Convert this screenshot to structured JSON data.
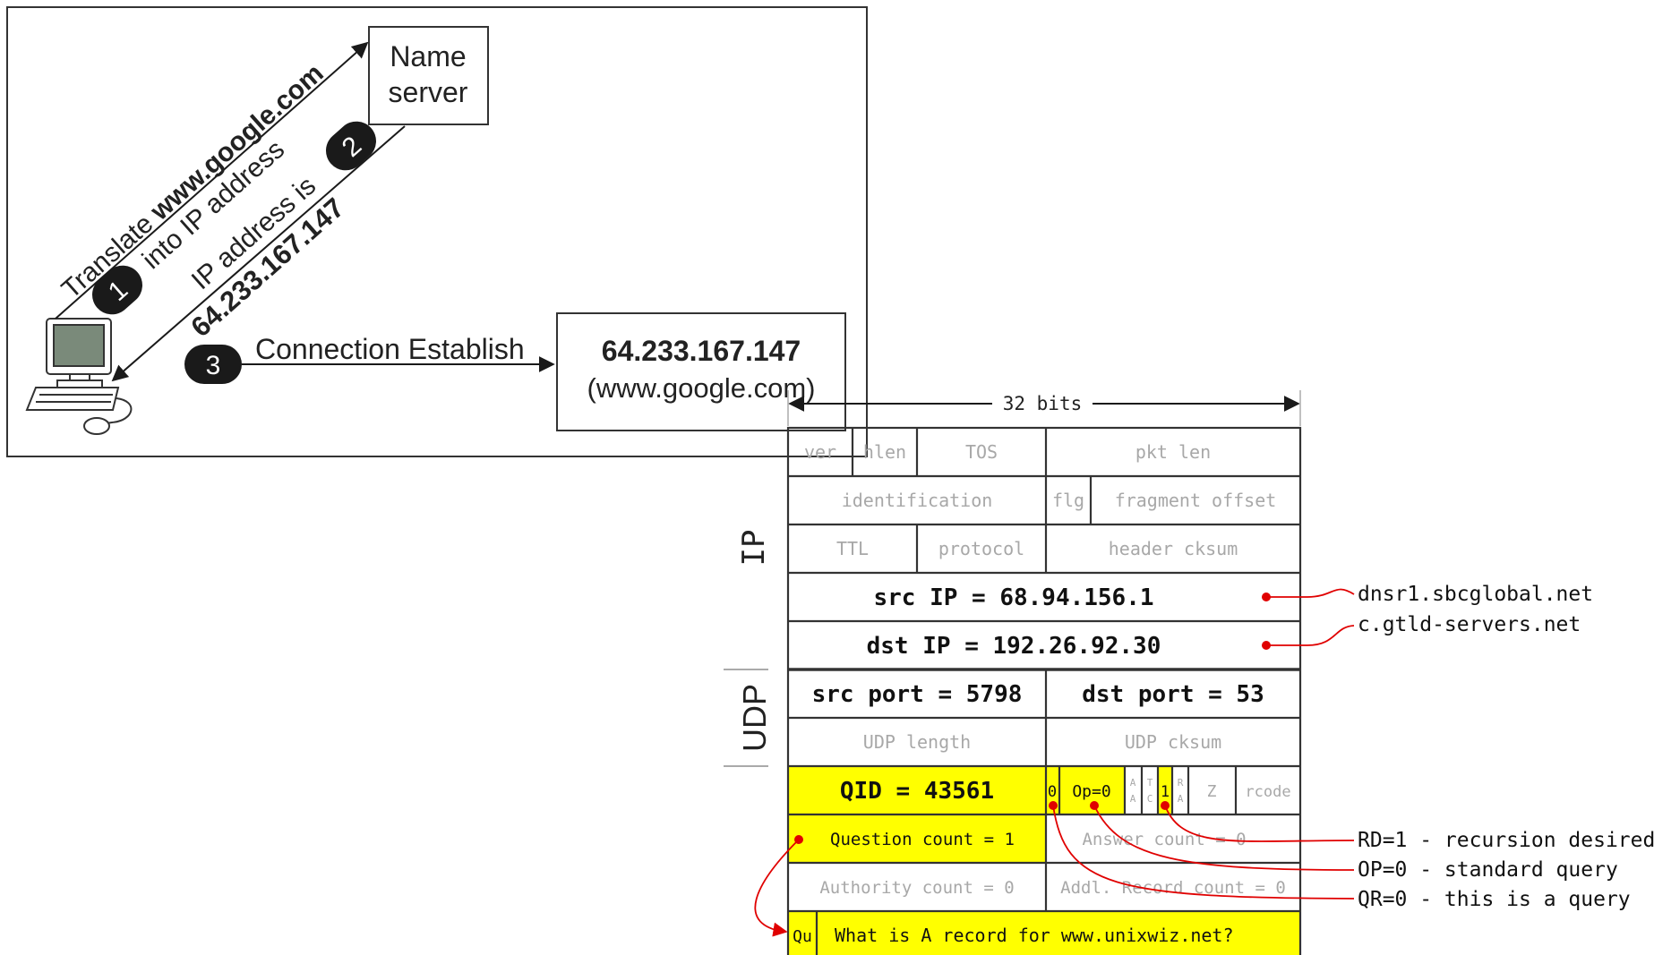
{
  "flow": {
    "name_server": [
      "Name",
      "server"
    ],
    "step1_number": "1",
    "step1_text": {
      "prefix": "Translate ",
      "bold": "www.google.com"
    },
    "step1_text2": "into IP address",
    "step2_number": "2",
    "step2_text": "IP address is",
    "step2_ip": "64.233.167.147",
    "step3_number": "3",
    "step3_text": "Connection Establish",
    "target_ip": "64.233.167.147",
    "target_host": "(www.google.com)"
  },
  "packet": {
    "width_label": "32 bits",
    "section_ip": "IP",
    "section_udp": "UDP",
    "ip_fields": {
      "ver": "ver",
      "hlen": "hlen",
      "tos": "TOS",
      "pkt_len": "pkt len",
      "identification": "identification",
      "flg": "flg",
      "fragment_offset": "fragment offset",
      "ttl": "TTL",
      "protocol": "protocol",
      "header_cksum": "header cksum",
      "src_ip": "src IP = 68.94.156.1",
      "dst_ip": "dst IP = 192.26.92.30"
    },
    "udp_fields": {
      "src_port": "src port = 5798",
      "dst_port": "dst port = 53",
      "udp_length": "UDP length",
      "udp_cksum": "UDP cksum"
    },
    "dns_fields": {
      "qid": "QID = 43561",
      "qr": "0",
      "op": "Op=0",
      "aa": [
        "A",
        "A"
      ],
      "tc": [
        "T",
        "C"
      ],
      "rd": "1",
      "ra": [
        "R",
        "A"
      ],
      "z": "Z",
      "rcode": "rcode",
      "question_count": "Question count = 1",
      "answer_count": "Answer count = 0",
      "authority_count": "Authority count = 0",
      "addl_count": "Addl. Record count = 0",
      "qu": "Qu",
      "question": "What is A record for www.unixwiz.net?"
    }
  },
  "annotations": {
    "src_host": "dnsr1.sbcglobal.net",
    "dst_host": "c.gtld-servers.net",
    "rd_note": "RD=1 - recursion desired",
    "op_note": "OP=0 - standard query",
    "qr_note": "QR=0 - this is a query"
  },
  "colors": {
    "highlight": "#ffff00",
    "marker": "#e00000",
    "grey_text": "#a8a8a8",
    "badge": "#1a1a1a"
  }
}
